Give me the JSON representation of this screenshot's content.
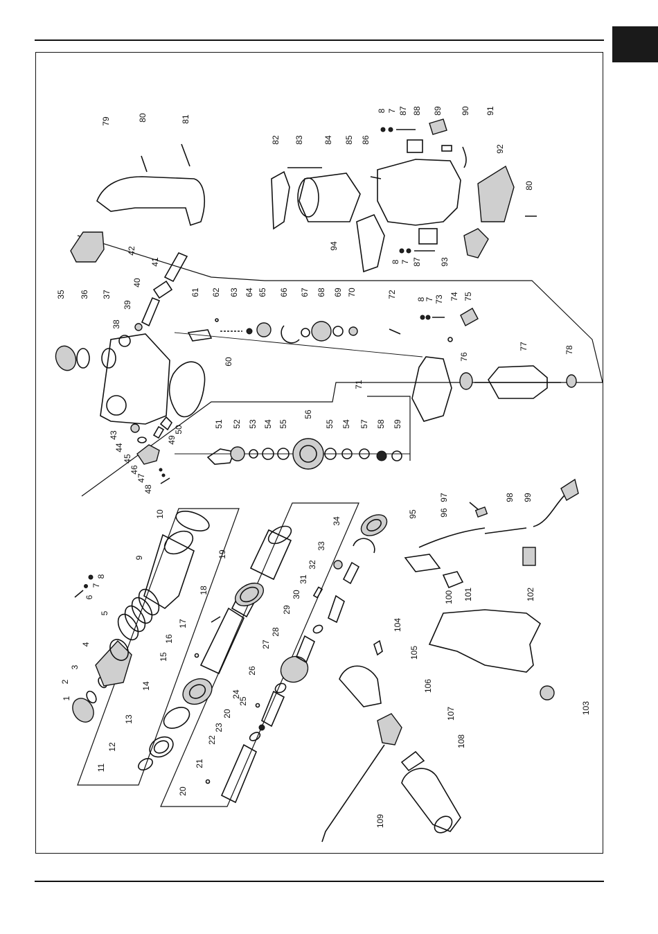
{
  "page": {
    "corner_tab_color": "#1a1a1a",
    "line_color": "#111111"
  },
  "parts": [
    {
      "id": "p1",
      "label": "1"
    },
    {
      "id": "p2",
      "label": "2"
    },
    {
      "id": "p3",
      "label": "3"
    },
    {
      "id": "p4",
      "label": "4"
    },
    {
      "id": "p5",
      "label": "5"
    },
    {
      "id": "p6",
      "label": "6"
    },
    {
      "id": "p7",
      "label": "7"
    },
    {
      "id": "p8",
      "label": "8"
    },
    {
      "id": "p9",
      "label": "9"
    },
    {
      "id": "p10",
      "label": "10"
    },
    {
      "id": "p11",
      "label": "11"
    },
    {
      "id": "p12",
      "label": "12"
    },
    {
      "id": "p13",
      "label": "13"
    },
    {
      "id": "p14",
      "label": "14"
    },
    {
      "id": "p15",
      "label": "15"
    },
    {
      "id": "p16",
      "label": "16"
    },
    {
      "id": "p17",
      "label": "17"
    },
    {
      "id": "p18",
      "label": "18"
    },
    {
      "id": "p19",
      "label": "19"
    },
    {
      "id": "p20",
      "label": "20"
    },
    {
      "id": "p20b",
      "label": "20"
    },
    {
      "id": "p21",
      "label": "21"
    },
    {
      "id": "p22",
      "label": "22"
    },
    {
      "id": "p23",
      "label": "23"
    },
    {
      "id": "p24",
      "label": "24"
    },
    {
      "id": "p25",
      "label": "25"
    },
    {
      "id": "p26",
      "label": "26"
    },
    {
      "id": "p27",
      "label": "27"
    },
    {
      "id": "p28",
      "label": "28"
    },
    {
      "id": "p29",
      "label": "29"
    },
    {
      "id": "p30",
      "label": "30"
    },
    {
      "id": "p31",
      "label": "31"
    },
    {
      "id": "p32",
      "label": "32"
    },
    {
      "id": "p33",
      "label": "33"
    },
    {
      "id": "p34",
      "label": "34"
    },
    {
      "id": "p35",
      "label": "35"
    },
    {
      "id": "p36",
      "label": "36"
    },
    {
      "id": "p37",
      "label": "37"
    },
    {
      "id": "p38",
      "label": "38"
    },
    {
      "id": "p39",
      "label": "39"
    },
    {
      "id": "p40",
      "label": "40"
    },
    {
      "id": "p41",
      "label": "41"
    },
    {
      "id": "p42",
      "label": "42"
    },
    {
      "id": "p43",
      "label": "43"
    },
    {
      "id": "p44",
      "label": "44"
    },
    {
      "id": "p45",
      "label": "45"
    },
    {
      "id": "p46",
      "label": "46"
    },
    {
      "id": "p47",
      "label": "47"
    },
    {
      "id": "p48",
      "label": "48"
    },
    {
      "id": "p49",
      "label": "49"
    },
    {
      "id": "p50",
      "label": "50"
    },
    {
      "id": "p51",
      "label": "51"
    },
    {
      "id": "p52",
      "label": "52"
    },
    {
      "id": "p53",
      "label": "53"
    },
    {
      "id": "p54",
      "label": "54"
    },
    {
      "id": "p55",
      "label": "55"
    },
    {
      "id": "p56",
      "label": "56"
    },
    {
      "id": "p55b",
      "label": "55"
    },
    {
      "id": "p54b",
      "label": "54"
    },
    {
      "id": "p57",
      "label": "57"
    },
    {
      "id": "p58",
      "label": "58"
    },
    {
      "id": "p59",
      "label": "59"
    },
    {
      "id": "p60",
      "label": "60"
    },
    {
      "id": "p61",
      "label": "61"
    },
    {
      "id": "p62",
      "label": "62"
    },
    {
      "id": "p63",
      "label": "63"
    },
    {
      "id": "p64",
      "label": "64"
    },
    {
      "id": "p65",
      "label": "65"
    },
    {
      "id": "p66",
      "label": "66"
    },
    {
      "id": "p67",
      "label": "67"
    },
    {
      "id": "p68",
      "label": "68"
    },
    {
      "id": "p69",
      "label": "69"
    },
    {
      "id": "p70",
      "label": "70"
    },
    {
      "id": "p71",
      "label": "71"
    },
    {
      "id": "p72",
      "label": "72"
    },
    {
      "id": "p8b",
      "label": "8"
    },
    {
      "id": "p7b",
      "label": "7"
    },
    {
      "id": "p73",
      "label": "73"
    },
    {
      "id": "p74",
      "label": "74"
    },
    {
      "id": "p75",
      "label": "75"
    },
    {
      "id": "p76",
      "label": "76"
    },
    {
      "id": "p77",
      "label": "77"
    },
    {
      "id": "p78",
      "label": "78"
    },
    {
      "id": "p79",
      "label": "79"
    },
    {
      "id": "p80",
      "label": "80"
    },
    {
      "id": "p81",
      "label": "81"
    },
    {
      "id": "p82",
      "label": "82"
    },
    {
      "id": "p83",
      "label": "83"
    },
    {
      "id": "p84",
      "label": "84"
    },
    {
      "id": "p85",
      "label": "85"
    },
    {
      "id": "p86",
      "label": "86"
    },
    {
      "id": "p8c",
      "label": "8"
    },
    {
      "id": "p7c",
      "label": "7"
    },
    {
      "id": "p87",
      "label": "87"
    },
    {
      "id": "p88",
      "label": "88"
    },
    {
      "id": "p89",
      "label": "89"
    },
    {
      "id": "p90",
      "label": "90"
    },
    {
      "id": "p91",
      "label": "91"
    },
    {
      "id": "p92",
      "label": "92"
    },
    {
      "id": "p80b",
      "label": "80"
    },
    {
      "id": "p94",
      "label": "94"
    },
    {
      "id": "p8d",
      "label": "8"
    },
    {
      "id": "p7d",
      "label": "7"
    },
    {
      "id": "p87b",
      "label": "87"
    },
    {
      "id": "p93",
      "label": "93"
    },
    {
      "id": "p95",
      "label": "95"
    },
    {
      "id": "p96",
      "label": "96"
    },
    {
      "id": "p97",
      "label": "97"
    },
    {
      "id": "p98",
      "label": "98"
    },
    {
      "id": "p99",
      "label": "99"
    },
    {
      "id": "p100",
      "label": "100"
    },
    {
      "id": "p101",
      "label": "101"
    },
    {
      "id": "p102",
      "label": "102"
    },
    {
      "id": "p103",
      "label": "103"
    },
    {
      "id": "p104",
      "label": "104"
    },
    {
      "id": "p105",
      "label": "105"
    },
    {
      "id": "p106",
      "label": "106"
    },
    {
      "id": "p107",
      "label": "107"
    },
    {
      "id": "p108",
      "label": "108"
    },
    {
      "id": "p109",
      "label": "109"
    }
  ]
}
